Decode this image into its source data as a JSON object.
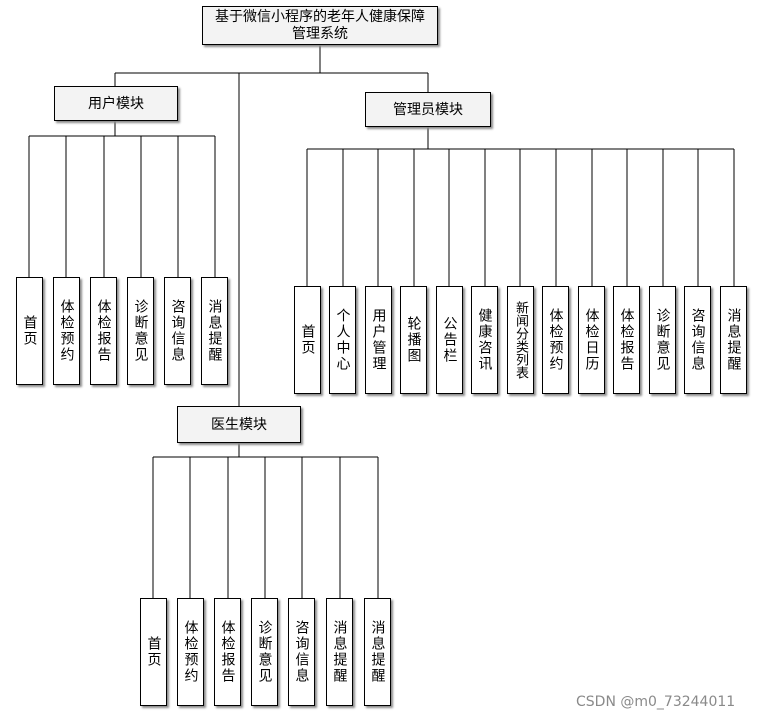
{
  "title": "基于微信小程序的老年人健康保障管理系统",
  "user_module": {
    "label": "用户模块",
    "items": [
      "首页",
      "体检预约",
      "体检报告",
      "诊断意见",
      "咨询信息",
      "消息提醒"
    ]
  },
  "admin_module": {
    "label": "管理员模块",
    "items": [
      "首页",
      "个人中心",
      "用户管理",
      "轮播图",
      "公告栏",
      "健康咨讯",
      "新闻分类列表",
      "体检预约",
      "体检日历",
      "体检报告",
      "诊断意见",
      "咨询信息",
      "消息提醒"
    ]
  },
  "doctor_module": {
    "label": "医生模块",
    "items": [
      "首页",
      "体检预约",
      "体检报告",
      "诊断意见",
      "咨询信息",
      "消息提醒",
      "消息提醒"
    ]
  },
  "watermark": "CSDN @m0_73244011"
}
